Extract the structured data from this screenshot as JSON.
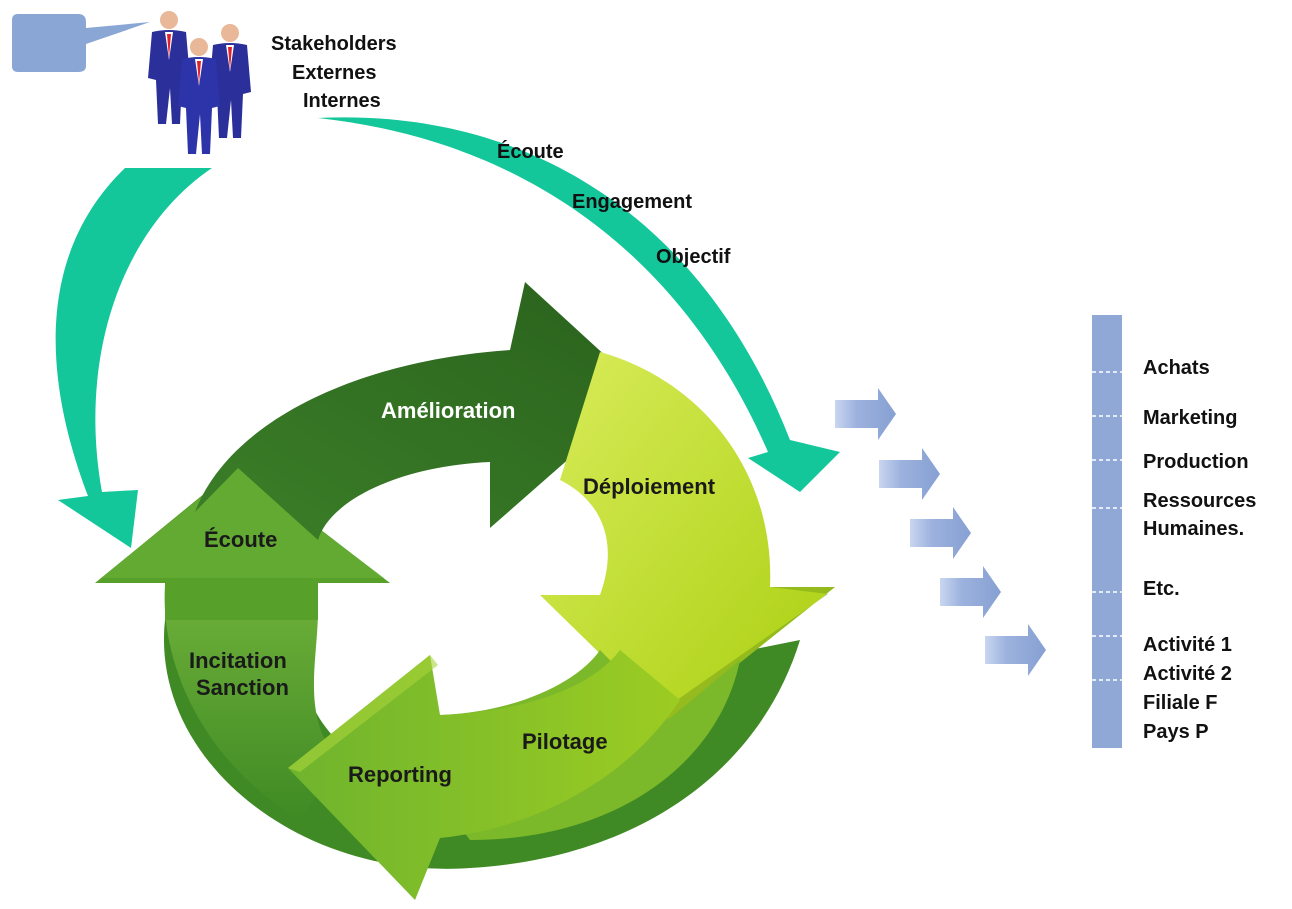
{
  "stakeholders": {
    "lines": [
      "Stakeholders",
      "Externes",
      "Internes"
    ]
  },
  "outer_arc_steps": [
    "Écoute",
    "Engagement",
    "Objectif"
  ],
  "cycle": {
    "amelioration": "Amélioration",
    "deploiement": "Déploiement",
    "pilotage": "Pilotage",
    "reporting": "Reporting",
    "incitation": [
      "Incitation",
      "Sanction"
    ],
    "ecoute": "Écoute"
  },
  "departments": {
    "achats": "Achats",
    "marketing": "Marketing",
    "production": "Production",
    "rh": [
      "Ressources",
      "Humaines."
    ],
    "etc": "Etc.",
    "activities": [
      "Activité 1",
      "Activité 2",
      "Filiale F",
      "Pays P"
    ]
  },
  "colors": {
    "teal": "#13c79a",
    "dark_green": "#2f6e22",
    "mid_green": "#4f9c2a",
    "light_green": "#a6cc1a",
    "lime": "#c3df1f",
    "steel_blue": "#8fa8d6",
    "suit": "#2b2f9a",
    "tie": "#e0202a"
  }
}
